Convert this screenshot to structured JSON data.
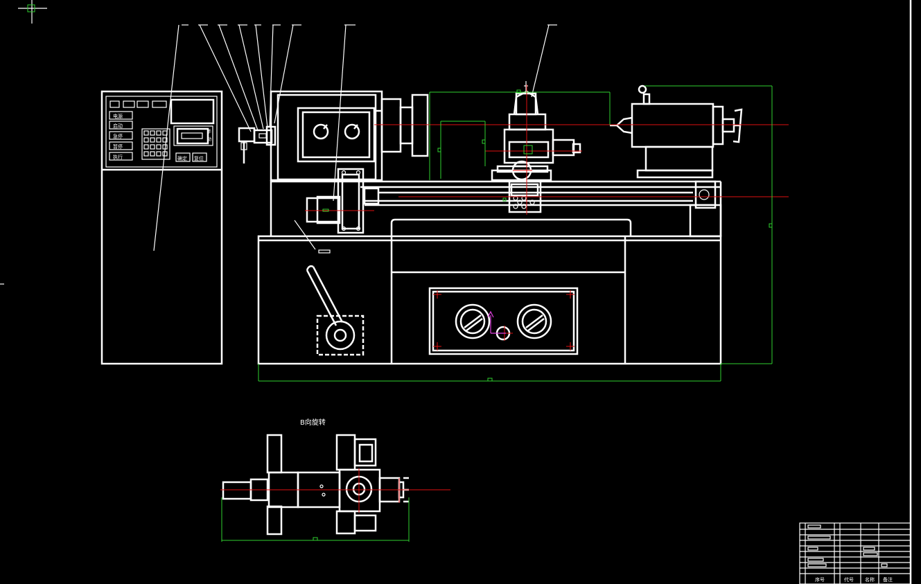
{
  "drawing": {
    "panel_buttons": [
      "电源",
      "启动",
      "急停",
      "暂停",
      "执行"
    ],
    "panel_bottom_keys": [
      "确定",
      "复位"
    ],
    "panel_side_labels": [
      "手",
      "动"
    ],
    "view_title": "B向旋转",
    "title_block_bottom": [
      "序号",
      "代号",
      "名称",
      "备注"
    ]
  },
  "colors": {
    "background": "#000000",
    "outline": "#ffffff",
    "dimension": "#2fd22f",
    "centerline": "#e01010",
    "marker": "#e040e0"
  }
}
